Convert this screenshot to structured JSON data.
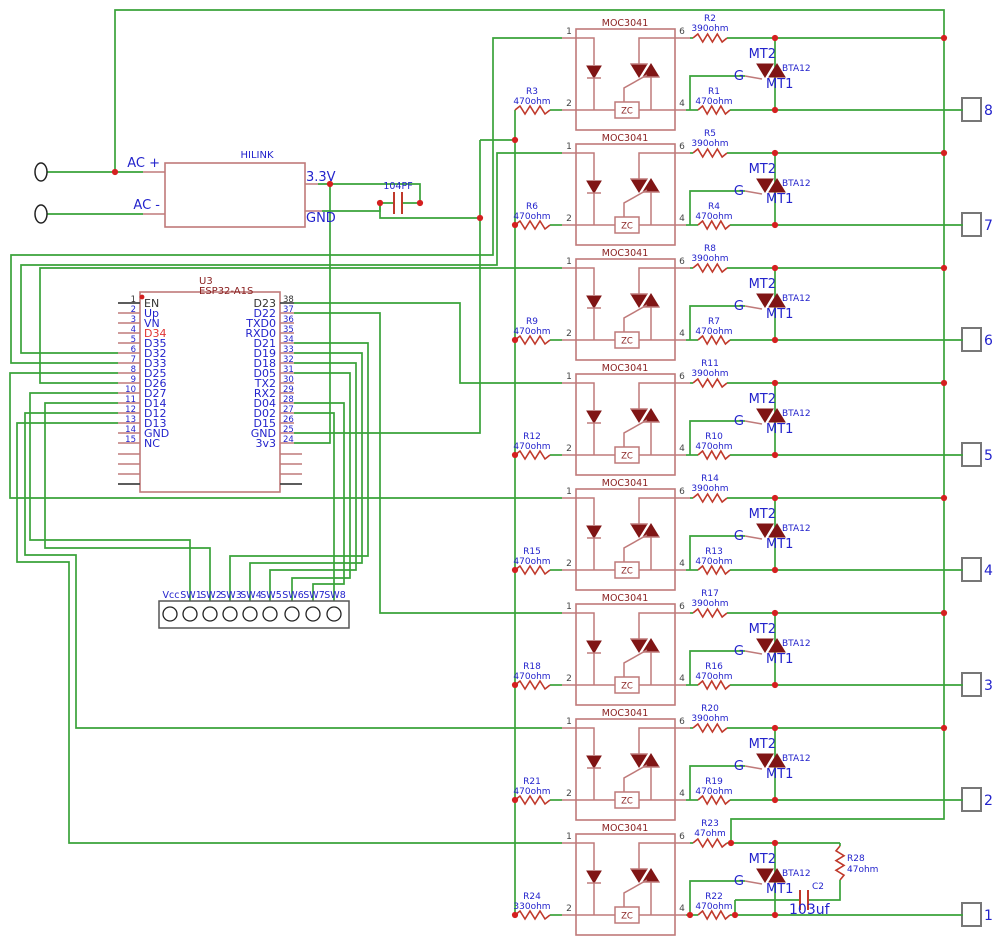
{
  "colors": {
    "wire": "#3aa33a",
    "component": "#bf7a7a",
    "dark_fill": "#801515",
    "blue": "#2323cc",
    "red_text": "#e03434",
    "black_text": "#333333",
    "junction": "#d42020",
    "connector_gray": "#777777"
  },
  "power_module": {
    "title": "HILINK",
    "input_labels": [
      "AC +",
      "AC -"
    ],
    "output_labels": [
      "3.3V",
      "GND"
    ],
    "decoupling_cap": "104PF"
  },
  "esp32": {
    "ref": "U3",
    "part": "ESP32-A1S",
    "left_pins": [
      {
        "num": "1",
        "name": "EN",
        "k": "black"
      },
      {
        "num": "2",
        "name": "Up",
        "k": "blue"
      },
      {
        "num": "3",
        "name": "VN",
        "k": "blue"
      },
      {
        "num": "4",
        "name": "D34",
        "k": "red"
      },
      {
        "num": "5",
        "name": "D35",
        "k": "blue"
      },
      {
        "num": "6",
        "name": "D32",
        "k": "blue"
      },
      {
        "num": "7",
        "name": "D33",
        "k": "blue"
      },
      {
        "num": "8",
        "name": "D25",
        "k": "blue"
      },
      {
        "num": "9",
        "name": "D26",
        "k": "blue"
      },
      {
        "num": "10",
        "name": "D27",
        "k": "blue"
      },
      {
        "num": "11",
        "name": "D14",
        "k": "blue"
      },
      {
        "num": "12",
        "name": "D12",
        "k": "blue"
      },
      {
        "num": "13",
        "name": "D13",
        "k": "blue"
      },
      {
        "num": "14",
        "name": "GND",
        "k": "blue"
      },
      {
        "num": "15",
        "name": "NC",
        "k": "blue"
      }
    ],
    "right_pins": [
      {
        "num": "38",
        "name": "D23",
        "k": "black"
      },
      {
        "num": "37",
        "name": "D22",
        "k": "blue"
      },
      {
        "num": "36",
        "name": "TXD0",
        "k": "blue"
      },
      {
        "num": "35",
        "name": "RXD0",
        "k": "blue"
      },
      {
        "num": "34",
        "name": "D21",
        "k": "blue"
      },
      {
        "num": "33",
        "name": "D19",
        "k": "blue"
      },
      {
        "num": "32",
        "name": "D18",
        "k": "blue"
      },
      {
        "num": "31",
        "name": "D05",
        "k": "blue"
      },
      {
        "num": "30",
        "name": "TX2",
        "k": "blue"
      },
      {
        "num": "29",
        "name": "RX2",
        "k": "blue"
      },
      {
        "num": "28",
        "name": "D04",
        "k": "blue"
      },
      {
        "num": "27",
        "name": "D02",
        "k": "blue"
      },
      {
        "num": "26",
        "name": "D15",
        "k": "blue"
      },
      {
        "num": "25",
        "name": "GND",
        "k": "blue"
      },
      {
        "num": "24",
        "name": "3v3",
        "k": "blue"
      }
    ]
  },
  "switch_header": {
    "labels": [
      "Vcc",
      "SW1",
      "SW2",
      "SW3",
      "SW4",
      "SW5",
      "SW6",
      "SW7",
      "SW8"
    ]
  },
  "channels": [
    {
      "opto": "MOC3041",
      "pins": [
        "1",
        "2",
        "6",
        "4"
      ],
      "zc": "ZC",
      "r_top": {
        "ref": "R2",
        "val": "390ohm"
      },
      "r_in": {
        "ref": "R3",
        "val": "470ohm"
      },
      "r_out": {
        "ref": "R1",
        "val": "470ohm"
      },
      "triac": {
        "part": "BTA12",
        "mt2": "MT2",
        "g": "G",
        "mt1": "MT1"
      },
      "connector": "8"
    },
    {
      "opto": "MOC3041",
      "pins": [
        "1",
        "2",
        "6",
        "4"
      ],
      "zc": "ZC",
      "r_top": {
        "ref": "R5",
        "val": "390ohm"
      },
      "r_in": {
        "ref": "R6",
        "val": "470ohm"
      },
      "r_out": {
        "ref": "R4",
        "val": "470ohm"
      },
      "triac": {
        "part": "BTA12",
        "mt2": "MT2",
        "g": "G",
        "mt1": "MT1"
      },
      "connector": "7"
    },
    {
      "opto": "MOC3041",
      "pins": [
        "1",
        "2",
        "6",
        "4"
      ],
      "zc": "ZC",
      "r_top": {
        "ref": "R8",
        "val": "390ohm"
      },
      "r_in": {
        "ref": "R9",
        "val": "470ohm"
      },
      "r_out": {
        "ref": "R7",
        "val": "470ohm"
      },
      "triac": {
        "part": "BTA12",
        "mt2": "MT2",
        "g": "G",
        "mt1": "MT1"
      },
      "connector": "6"
    },
    {
      "opto": "MOC3041",
      "pins": [
        "1",
        "2",
        "6",
        "4"
      ],
      "zc": "ZC",
      "r_top": {
        "ref": "R11",
        "val": "390ohm"
      },
      "r_in": {
        "ref": "R12",
        "val": "470ohm"
      },
      "r_out": {
        "ref": "R10",
        "val": "470ohm"
      },
      "triac": {
        "part": "BTA12",
        "mt2": "MT2",
        "g": "G",
        "mt1": "MT1"
      },
      "connector": "5"
    },
    {
      "opto": "MOC3041",
      "pins": [
        "1",
        "2",
        "6",
        "4"
      ],
      "zc": "ZC",
      "r_top": {
        "ref": "R14",
        "val": "390ohm"
      },
      "r_in": {
        "ref": "R15",
        "val": "470ohm"
      },
      "r_out": {
        "ref": "R13",
        "val": "470ohm"
      },
      "triac": {
        "part": "BTA12",
        "mt2": "MT2",
        "g": "G",
        "mt1": "MT1"
      },
      "connector": "4"
    },
    {
      "opto": "MOC3041",
      "pins": [
        "1",
        "2",
        "6",
        "4"
      ],
      "zc": "ZC",
      "r_top": {
        "ref": "R17",
        "val": "390ohm"
      },
      "r_in": {
        "ref": "R18",
        "val": "470ohm"
      },
      "r_out": {
        "ref": "R16",
        "val": "470ohm"
      },
      "triac": {
        "part": "BTA12",
        "mt2": "MT2",
        "g": "G",
        "mt1": "MT1"
      },
      "connector": "3"
    },
    {
      "opto": "MOC3041",
      "pins": [
        "1",
        "2",
        "6",
        "4"
      ],
      "zc": "ZC",
      "r_top": {
        "ref": "R20",
        "val": "390ohm"
      },
      "r_in": {
        "ref": "R21",
        "val": "470ohm"
      },
      "r_out": {
        "ref": "R19",
        "val": "470ohm"
      },
      "triac": {
        "part": "BTA12",
        "mt2": "MT2",
        "g": "G",
        "mt1": "MT1"
      },
      "connector": "2"
    },
    {
      "opto": "MOC3041",
      "pins": [
        "1",
        "2",
        "6",
        "4"
      ],
      "zc": "ZC",
      "r_top": {
        "ref": "R23",
        "val": "47ohm"
      },
      "r_in": {
        "ref": "R24",
        "val": "330ohm"
      },
      "r_out": {
        "ref": "R22",
        "val": "470ohm"
      },
      "triac": {
        "part": "BTA12",
        "mt2": "MT2",
        "g": "G",
        "mt1": "MT1"
      },
      "connector": "1"
    }
  ],
  "snubber": {
    "r28": {
      "ref": "R28",
      "val": "47ohm"
    },
    "c2": {
      "ref": "C2",
      "val": "103uf"
    }
  }
}
